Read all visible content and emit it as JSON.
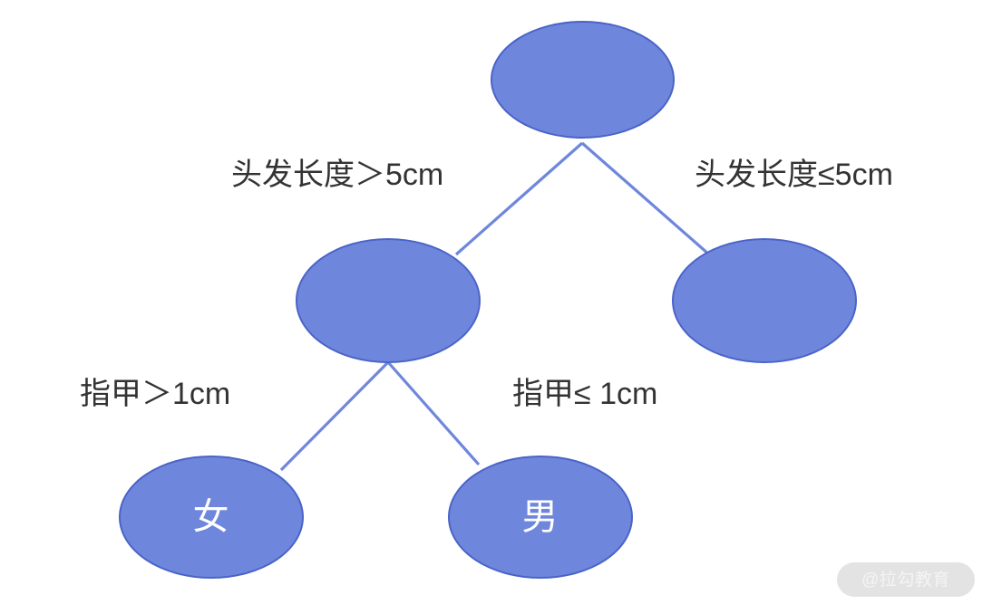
{
  "diagram": {
    "type": "decision-tree",
    "title": "",
    "colors": {
      "node_fill": "#6e87dc",
      "node_border": "#4a63c8",
      "edge": "#6e87dc",
      "label_text": "#333333",
      "node_text": "#ffffff",
      "background": "#ffffff"
    },
    "nodes": [
      {
        "id": "root",
        "label": ""
      },
      {
        "id": "mid-left",
        "label": ""
      },
      {
        "id": "mid-right",
        "label": ""
      },
      {
        "id": "leaf-female",
        "label": "女"
      },
      {
        "id": "leaf-male",
        "label": "男"
      }
    ],
    "edges": [
      {
        "from": "root",
        "to": "mid-left",
        "label": "头发长度＞5cm"
      },
      {
        "from": "root",
        "to": "mid-right",
        "label": "头发长度≤5cm"
      },
      {
        "from": "mid-left",
        "to": "leaf-female",
        "label": "指甲＞1cm"
      },
      {
        "from": "mid-left",
        "to": "leaf-male",
        "label": "指甲≤ 1cm"
      }
    ]
  },
  "watermark": {
    "text": "@拉勾教育"
  }
}
